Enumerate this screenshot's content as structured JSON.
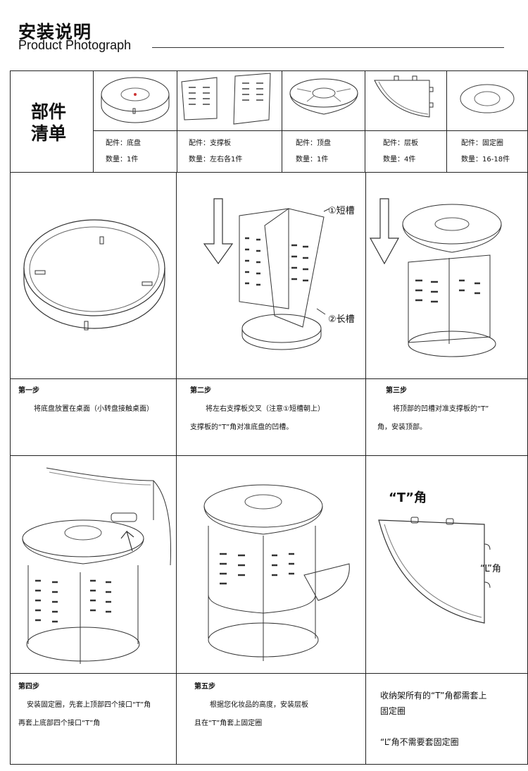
{
  "header": {
    "title_cn": "安装说明",
    "title_en": "Product Photograph"
  },
  "parts": {
    "heading_line1": "部件",
    "heading_line2": "清单",
    "items": [
      {
        "name": "配件：底盘",
        "qty": "数量：1件"
      },
      {
        "name": "配件：支撑板",
        "qty": "数量：左右各1件"
      },
      {
        "name": "配件：顶盘",
        "qty": "数量：1件"
      },
      {
        "name": "配件：层板",
        "qty": "数量：4件"
      },
      {
        "name": "配件：固定圈",
        "qty": "数量：16-18件"
      }
    ]
  },
  "callouts": {
    "short_slot": "①短槽",
    "long_slot": "②长槽",
    "t_corner": "“T”角",
    "l_corner": "“L”角"
  },
  "steps": [
    {
      "title": "第一步",
      "line1": "将底盘放置在桌面（小转盘接触桌面）",
      "line2": ""
    },
    {
      "title": "第二步",
      "line1": "将左右支撑板交叉（注意①短槽朝上）",
      "line2": "支撑板的“T”角对准底盘的凹槽。"
    },
    {
      "title": "第三步",
      "line1": "将顶部的凹槽对准支撑板的“T”",
      "line2": "角，安装顶部。"
    },
    {
      "title": "第四步",
      "line1": "安装固定圈，先套上顶部四个接口“T”角",
      "line2": "再套上底部四个接口“T”角"
    },
    {
      "title": "第五步",
      "line1": "根据您化妆品的高度，安装层板",
      "line2": "且在“T”角套上固定圈"
    }
  ],
  "notes": {
    "line1": "收纳架所有的“T”角都需套上",
    "line2": "固定圈",
    "line3": "“L”角不需要套固定圈"
  }
}
